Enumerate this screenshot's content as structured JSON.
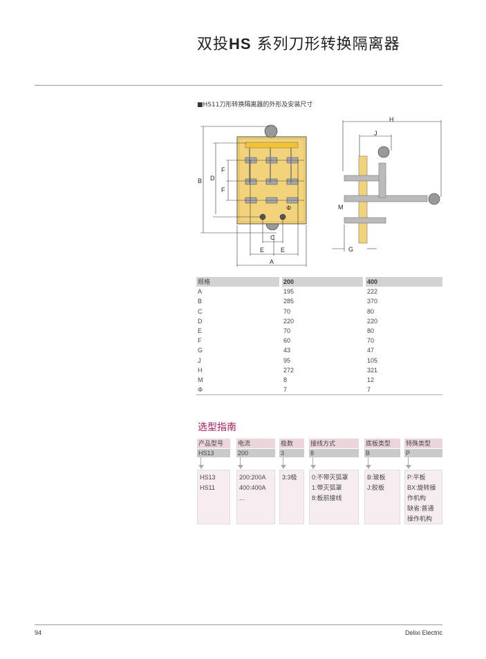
{
  "header": {
    "title_prefix": "双投",
    "title_bold": "HS",
    "title_suffix": " 系列刀形转换隔离器"
  },
  "figure": {
    "caption": "■HS11刀形转换隔离器的外形及安装尺寸",
    "labels": {
      "A": "A",
      "B": "B",
      "C": "C",
      "D": "D",
      "E": "E",
      "F": "F",
      "G": "G",
      "H": "H",
      "J": "J",
      "M": "M",
      "Phi": "Φ"
    }
  },
  "spec_table": {
    "headers": [
      "规格",
      "200",
      "400"
    ],
    "rows": [
      [
        "A",
        "195",
        "222"
      ],
      [
        "B",
        "285",
        "370"
      ],
      [
        "C",
        "70",
        "80"
      ],
      [
        "D",
        "220",
        "220"
      ],
      [
        "E",
        "70",
        "80"
      ],
      [
        "F",
        "60",
        "70"
      ],
      [
        "G",
        "43",
        "47"
      ],
      [
        "J",
        "95",
        "105"
      ],
      [
        "H",
        "272",
        "321"
      ],
      [
        "M",
        "8",
        "12"
      ],
      [
        "Φ",
        "7",
        "7"
      ]
    ]
  },
  "selection_guide": {
    "title": "选型指南",
    "columns": [
      {
        "header": "产品型号",
        "value": "HS13",
        "options": [
          "HS13",
          "HS11"
        ]
      },
      {
        "header": "电流",
        "value": "200",
        "options": [
          "200:200A",
          "400:400A",
          "..."
        ]
      },
      {
        "header": "极数",
        "value": "3",
        "options": [
          "3:3极"
        ]
      },
      {
        "header": "接线方式",
        "value": "8",
        "options": [
          "0:不带灭弧罩",
          "1:带灭弧罩",
          "8:板前接线"
        ]
      },
      {
        "header": "底板类型",
        "value": "B",
        "options": [
          "B:玻板",
          "J:胶板"
        ]
      },
      {
        "header": "特殊类型",
        "value": "P",
        "options": [
          "P:平板",
          "BX:旋转操",
          "作机构",
          "缺省:普通",
          "操作机构"
        ]
      }
    ]
  },
  "footer": {
    "page_number": "94",
    "brand": "Delixi Electric"
  },
  "colors": {
    "accent": "#a3195b",
    "panel": "#f2d27a",
    "header_pink": "#ecd6dc",
    "value_gray": "#c9c9c9"
  }
}
